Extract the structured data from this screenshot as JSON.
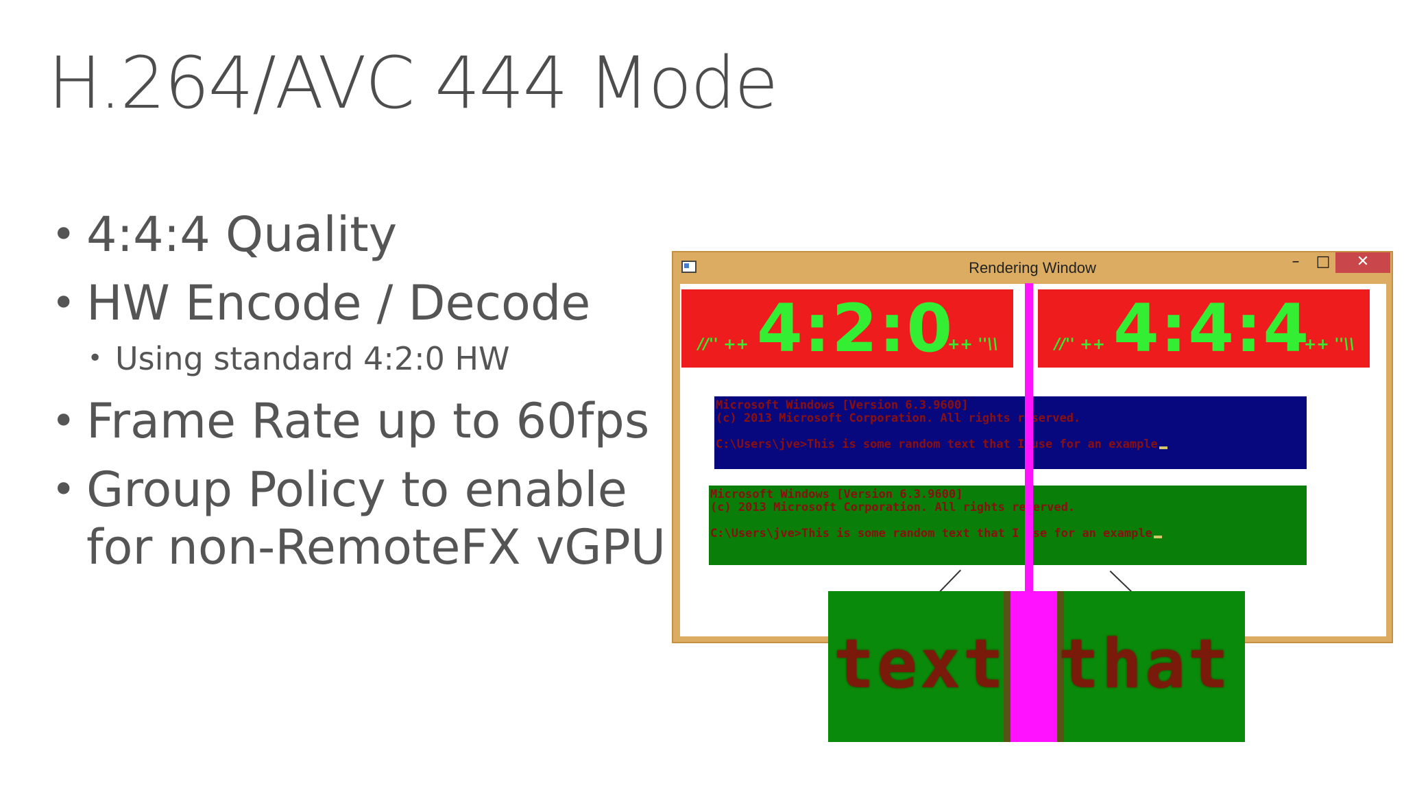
{
  "slide": {
    "title": "H.264/AVC 444 Mode"
  },
  "bullets": [
    {
      "text": "4:4:4 Quality"
    },
    {
      "text": "HW Encode / Decode",
      "sub": "Using standard 4:2:0 HW"
    },
    {
      "text": "Frame Rate up to 60fps"
    },
    {
      "line1": "Group Policy to enable",
      "line2": "for non-RemoteFX vGPU"
    }
  ],
  "bullet_glyph": "•",
  "window": {
    "title": "Rendering Window",
    "min_glyph": "–",
    "max_glyph": "□",
    "close_glyph": "✕",
    "left_banner": {
      "label": "4:2:0",
      "small_left": "//'' ++",
      "small_right": "++ ''\\\\"
    },
    "right_banner": {
      "label": "4:4:4",
      "small_left": "//'' ++",
      "small_right": "++ ''\\\\"
    },
    "console_lines": {
      "line1": "Microsoft Windows [Version 6.3.9600]",
      "line2": "(c) 2013 Microsoft Corporation. All rights reserved.",
      "line3": "C:\\Users\\jve>This is some random text that I use for an example"
    },
    "colors": {
      "frame": "#dcac62",
      "banner_bg": "#ee1c1c",
      "banner_text": "#33ee33",
      "console_blue": "#08087e",
      "console_green": "#097e09",
      "divider": "#ff14ff",
      "close_button": "#c9474a"
    }
  },
  "zoom": {
    "left_word": "text",
    "right_word": "that"
  }
}
